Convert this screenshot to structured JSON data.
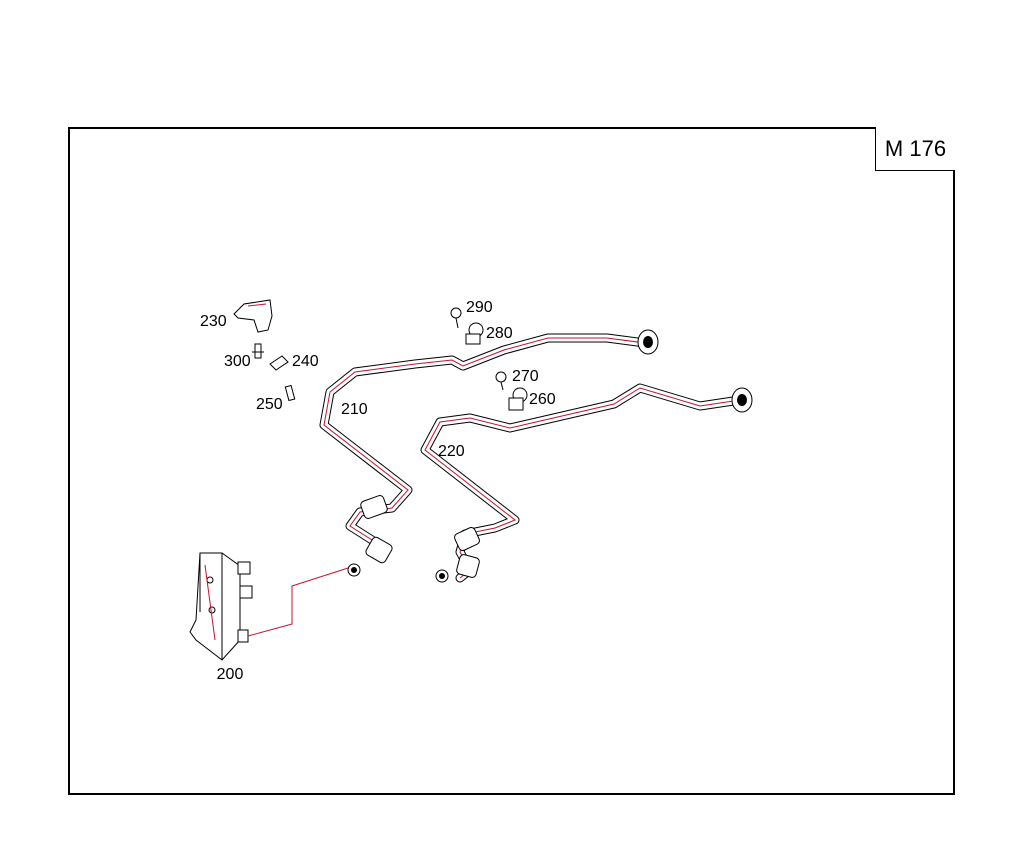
{
  "engine_code": "M 176",
  "callouts": {
    "p200": "200",
    "p210": "210",
    "p220": "220",
    "p230": "230",
    "p240": "240",
    "p250": "250",
    "p260": "260",
    "p270": "270",
    "p280": "280",
    "p290": "290",
    "p300": "300"
  },
  "colors": {
    "outline": "#000000",
    "accent": "#c8102e"
  }
}
